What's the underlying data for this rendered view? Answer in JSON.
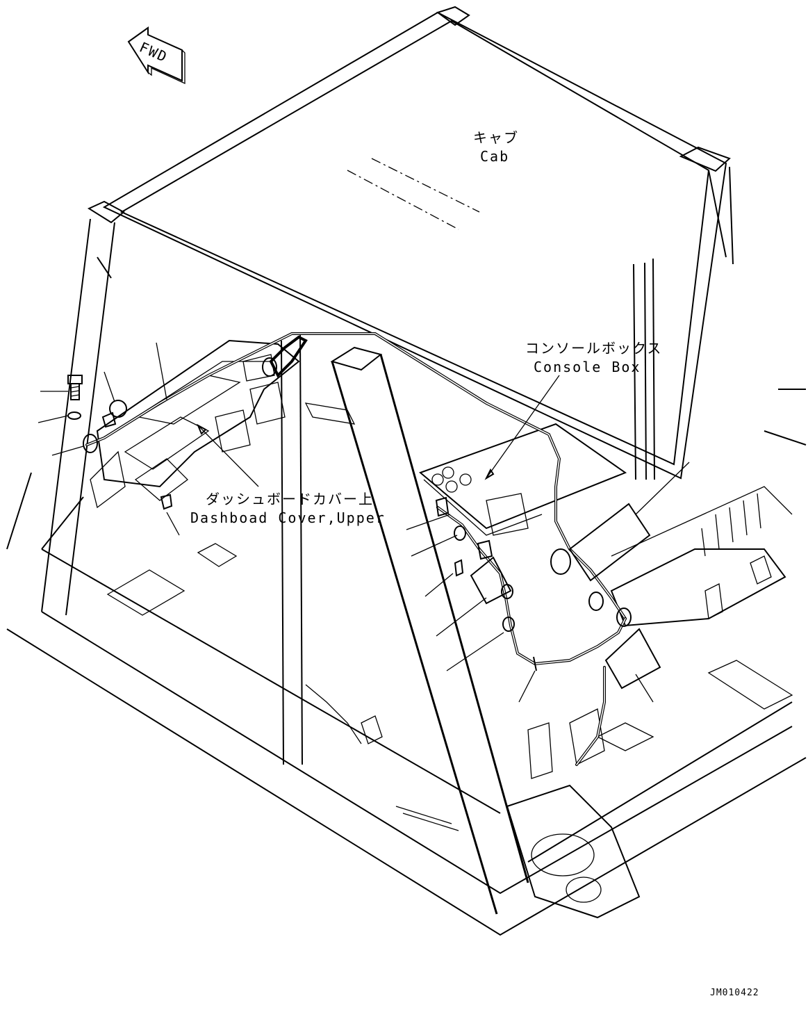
{
  "direction_marker": {
    "text": "FWD"
  },
  "labels": {
    "cab_jp": "キャブ",
    "cab_en": "Cab",
    "console_jp": "コンソールボックス",
    "console_en": "Console Box",
    "dashboard_jp": "ダッシュボードカバー上",
    "dashboard_en": "Dashboad Cover,Upper"
  },
  "drawing_number": "JM010422"
}
